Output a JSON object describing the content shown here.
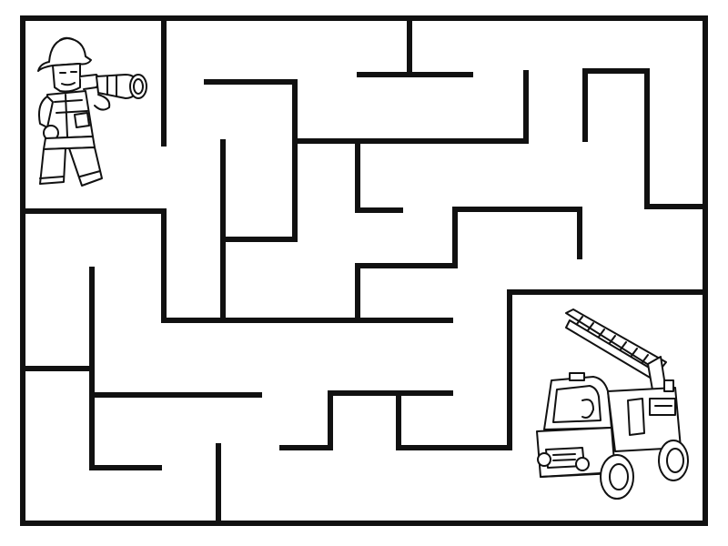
{
  "puzzle": {
    "type": "maze",
    "start_character": "lego-firefighter",
    "goal_object": "lego-fire-truck",
    "line_color": "#111111",
    "background_color": "#ffffff"
  }
}
